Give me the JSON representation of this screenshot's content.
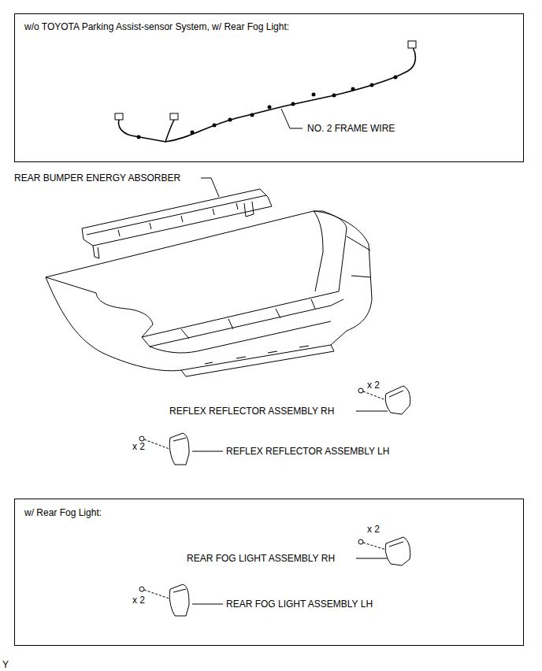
{
  "diagram": {
    "nodes": [
      {
        "text": [
          "w/o TOYOTA Parking Assist-sensor System, w/ Rear Fog Light:"
        ]
      },
      {
        "text": [
          "w/ Rear Fog Light:"
        ]
      }
    ],
    "labels": [
      "NO. 2 FRAME WIRE",
      "REAR BUMPER ENERGY ABSORBER",
      "x 2",
      "REFLEX REFLECTOR ASSEMBLY RH",
      "x 2",
      "REFLEX REFLECTOR ASSEMBLY LH",
      "x 2",
      "REAR FOG LIGHT ASSEMBLY RH",
      "x 2",
      "REAR FOG LIGHT ASSEMBLY LH",
      "Y"
    ]
  }
}
